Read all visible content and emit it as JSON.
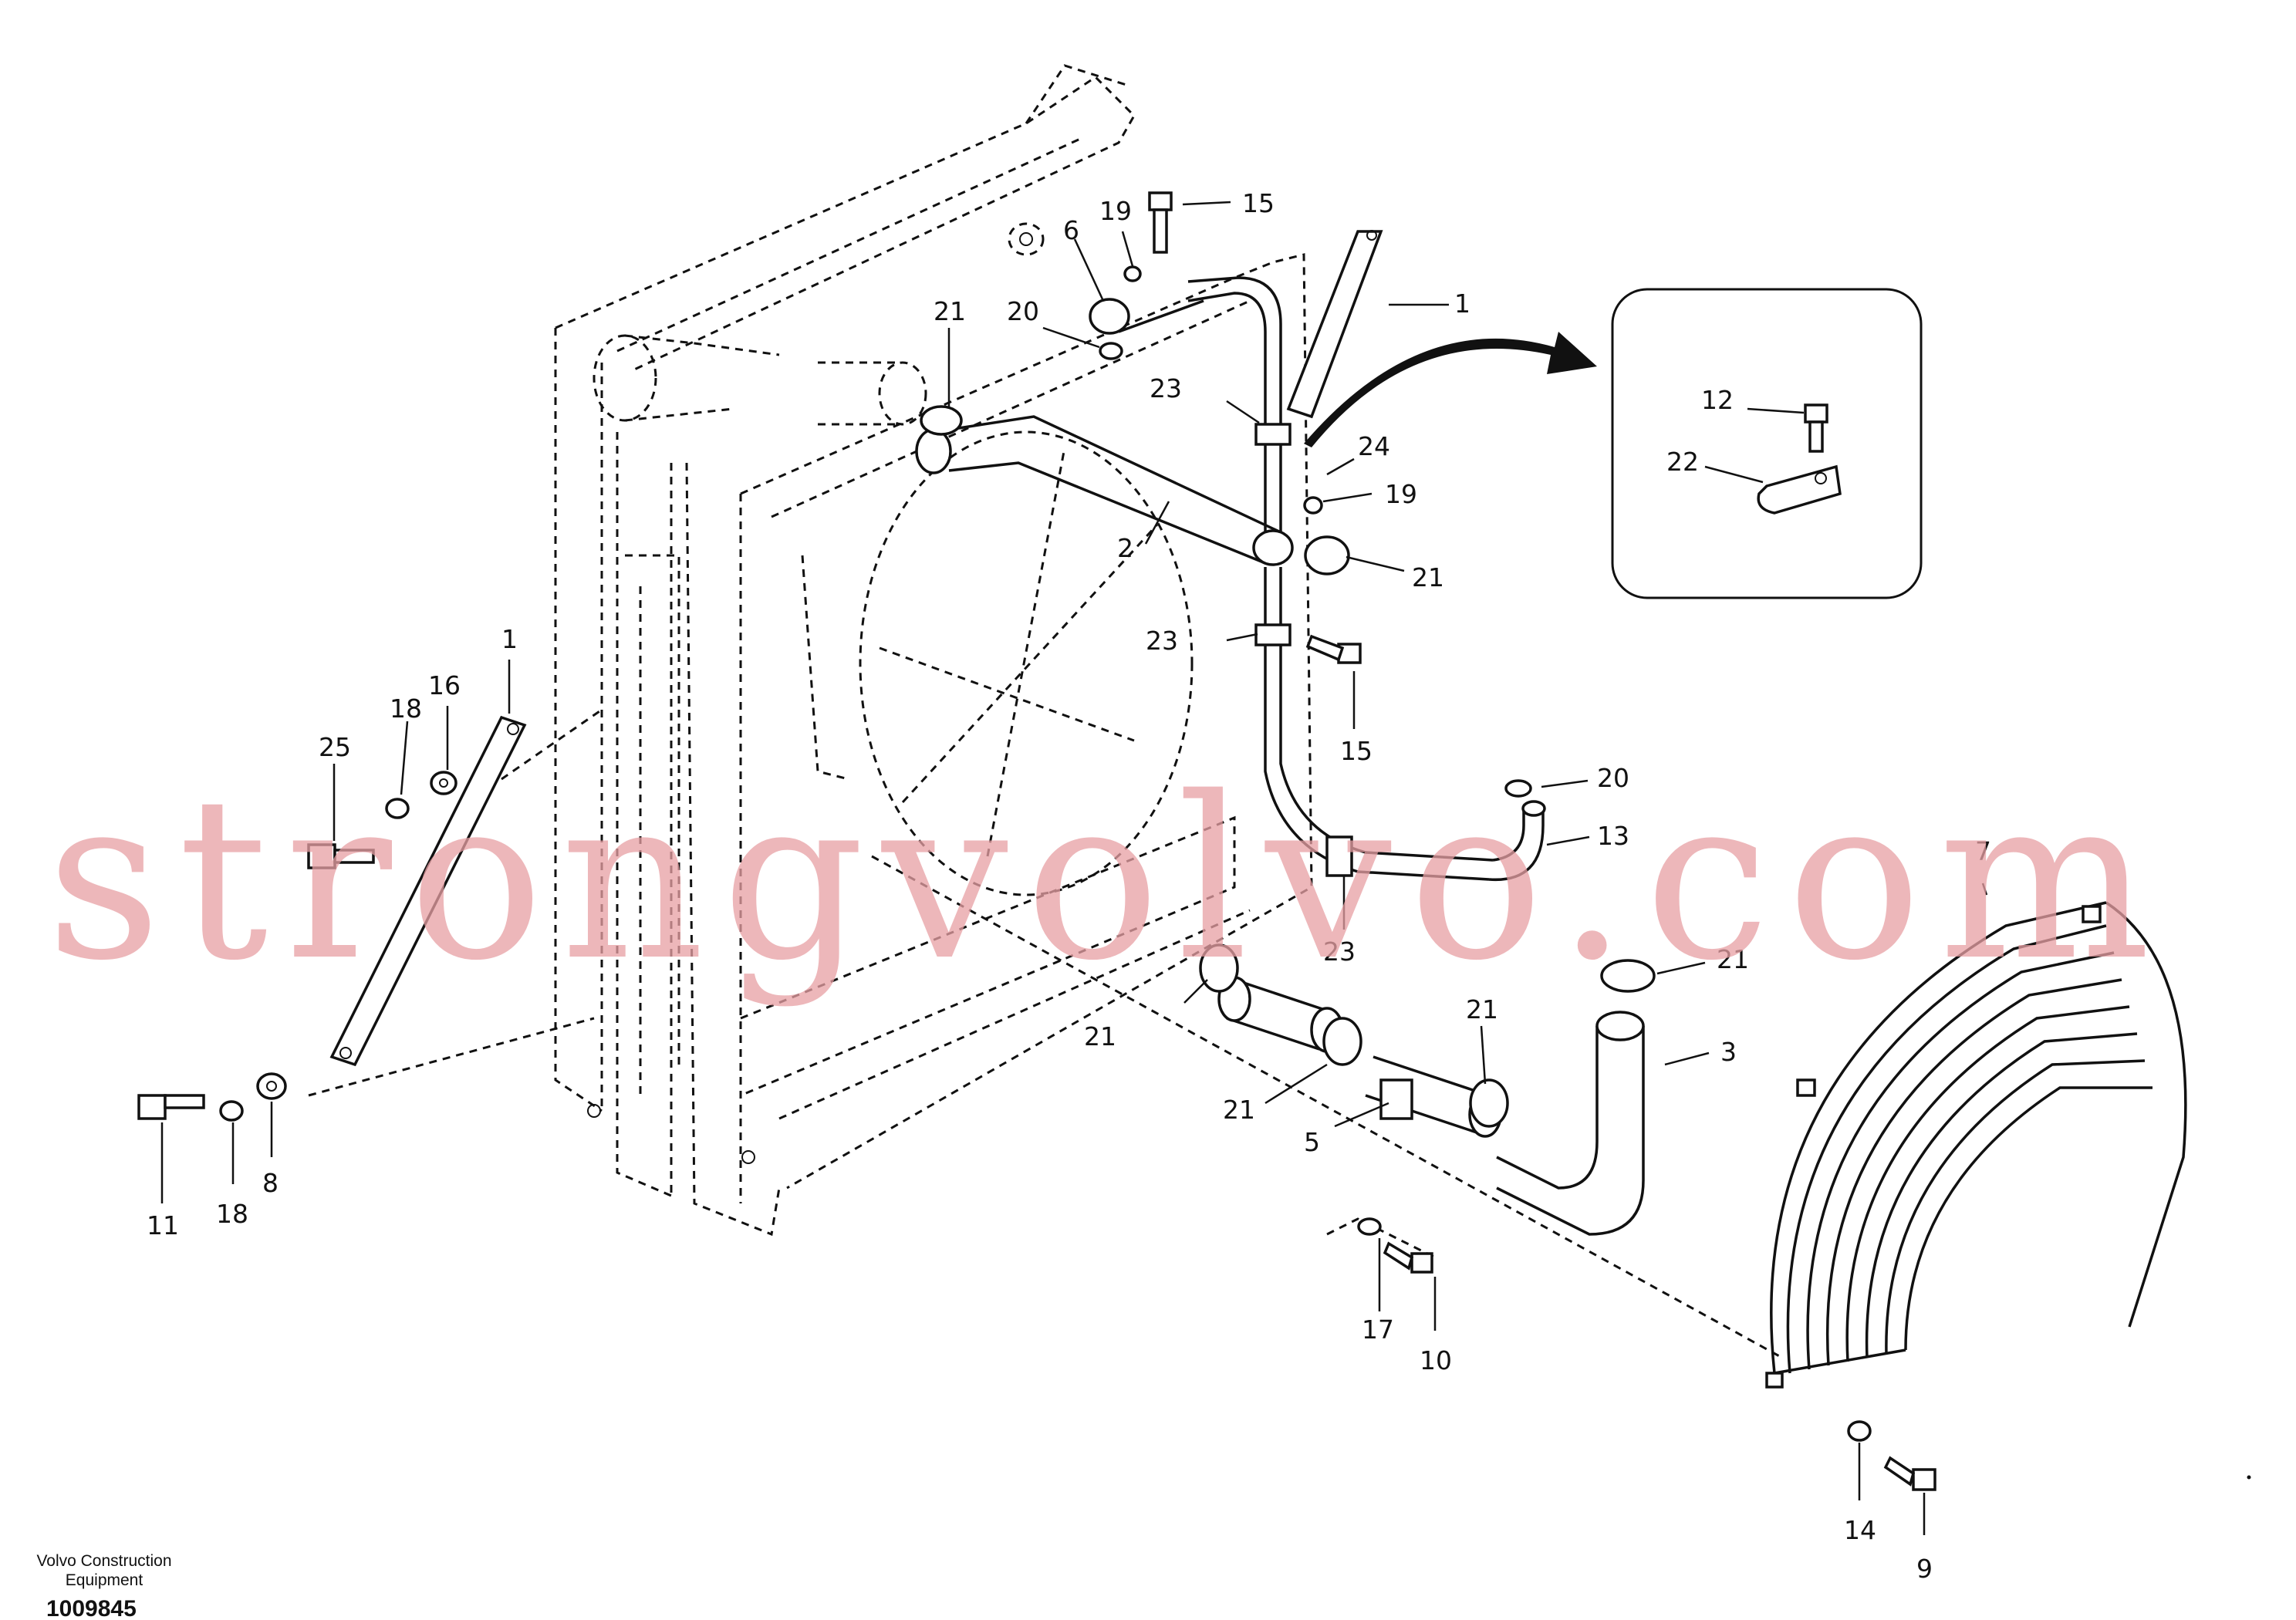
{
  "watermark": "strongvolvo.com",
  "footer": {
    "company_line1": "Volvo Construction",
    "company_line2": "Equipment",
    "drawing_number": "1009845"
  },
  "callouts": {
    "c1a": "1",
    "c1b": "1",
    "c2": "2",
    "c3": "3",
    "c5": "5",
    "c6": "6",
    "c7": "7",
    "c8": "8",
    "c9": "9",
    "c10": "10",
    "c11": "11",
    "c12": "12",
    "c13": "13",
    "c14": "14",
    "c15a": "15",
    "c15b": "15",
    "c16": "16",
    "c17": "17",
    "c18a": "18",
    "c18b": "18",
    "c19a": "19",
    "c19b": "19",
    "c20a": "20",
    "c20b": "20",
    "c21a": "21",
    "c21b": "21",
    "c21c": "21",
    "c21d": "21",
    "c21e": "21",
    "c21f": "21",
    "c22": "22",
    "c23a": "23",
    "c23b": "23",
    "c23c": "23",
    "c24": "24",
    "c25": "25"
  }
}
